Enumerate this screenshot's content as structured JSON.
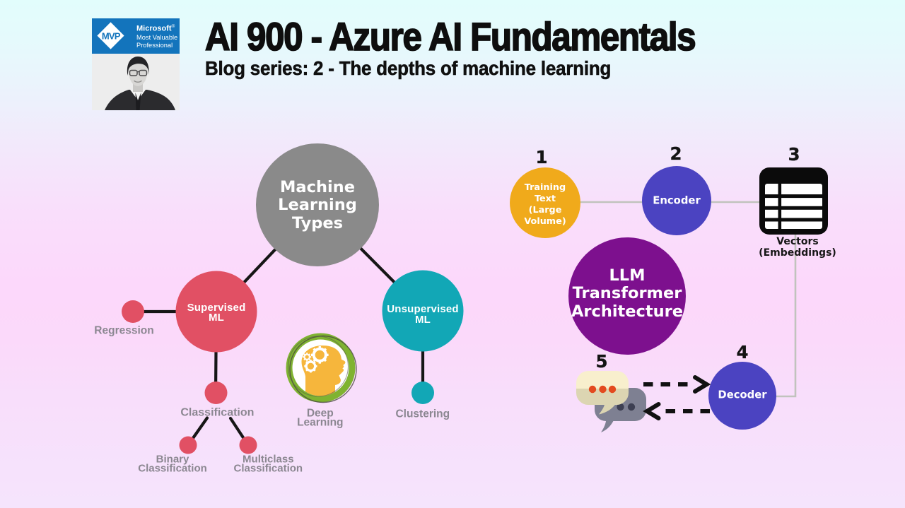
{
  "header": {
    "badge": {
      "mvp": "MVP",
      "brand": "Microsoft",
      "reg_mark": "®",
      "line1": "Most Valuable",
      "line2": "Professional"
    },
    "title": "AI 900 - Azure AI Fundamentals",
    "subtitle": "Blog series: 2 - The depths of machine learning"
  },
  "ml_types": {
    "root": "Machine\nLearning\nTypes",
    "supervised": "Supervised\nML",
    "unsupervised": "Unsupervised\nML",
    "regression": "Regression",
    "classification": "Classification",
    "binary": "Binary\nClassification",
    "multiclass": "Multiclass\nClassification",
    "deep_learning": "Deep\nLearning",
    "clustering": "Clustering"
  },
  "llm": {
    "center": "LLM\nTransformer\nArchitecture",
    "step1_num": "1",
    "step1": "Training\nText\n(Large\nVolume)",
    "step2_num": "2",
    "step2": "Encoder",
    "step3_num": "3",
    "step3": "Vectors\n(Embeddings)",
    "step4_num": "4",
    "step4": "Decoder",
    "step5_num": "5"
  },
  "colors": {
    "background_top": "#e2fdfc",
    "background_pink": "#fcd8fb",
    "background_bottom": "#f5e4fc",
    "mvp_blue": "#1374bc",
    "title_black": "#0e0e0e",
    "node_gray": "#8a8a8a",
    "node_pink": "#e15064",
    "node_teal": "#12a7b6",
    "node_gold": "#f0aa1b",
    "node_indigo": "#4b43c1",
    "node_purple": "#7d108e",
    "label_gray": "#8b8791",
    "connector_black": "#161616",
    "connector_gray": "#c1c3bd",
    "ring_green": "#7fb331",
    "head_orange": "#f6b63c",
    "bubble_cream": "#f8efcd",
    "bubble_cream_dark": "#dcd5b2",
    "bubble_gray": "#7e8092",
    "bubble_dot_dark": "#3d3f52",
    "dot_red": "#e34a1f",
    "table_black": "#0b0b0b"
  }
}
